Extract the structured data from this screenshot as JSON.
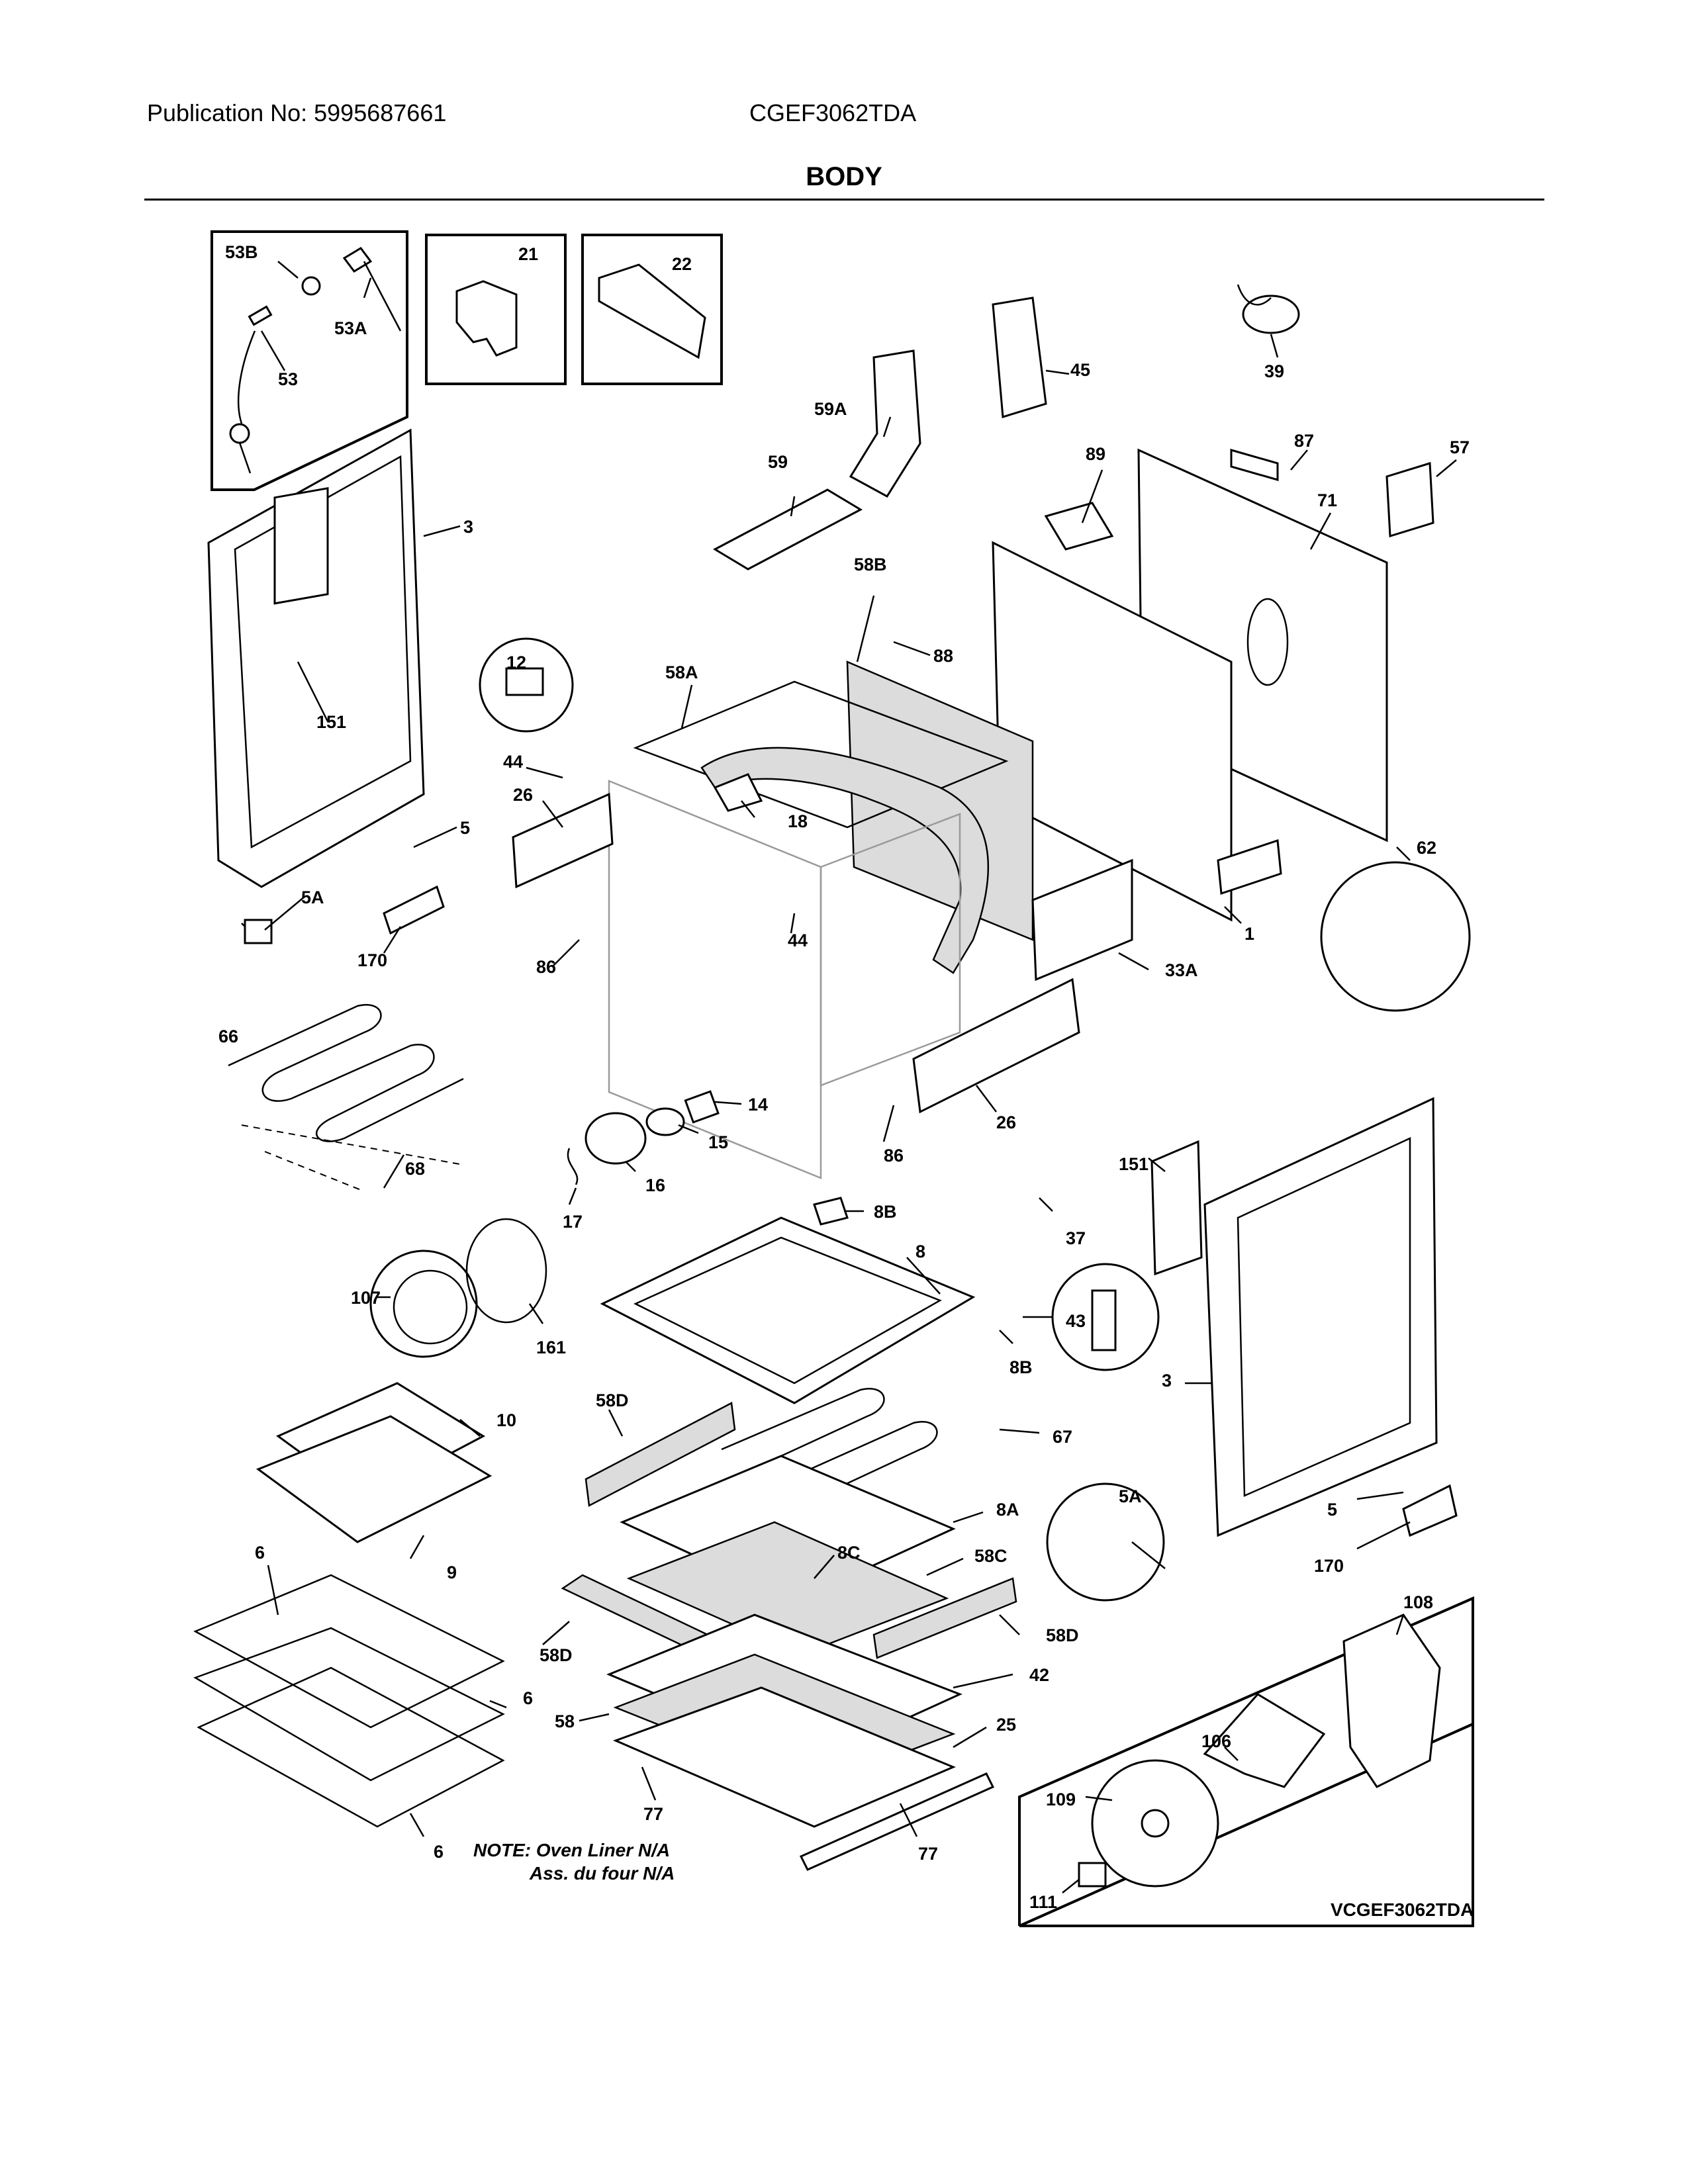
{
  "header": {
    "publication": "Publication No: 5995687661",
    "model": "CGEF3062TDA",
    "section_title": "BODY"
  },
  "labels": {
    "p53B": "53B",
    "p53A": "53A",
    "p53": "53",
    "p21": "21",
    "p22": "22",
    "p45": "45",
    "p39": "39",
    "p59A": "59A",
    "p59": "59",
    "p87": "87",
    "p57": "57",
    "p89": "89",
    "p71": "71",
    "p3a": "3",
    "p58B": "58B",
    "p88": "88",
    "p151a": "151",
    "p12": "12",
    "p58A": "58A",
    "p44a": "44",
    "p26a": "26",
    "p18": "18",
    "p5a": "5",
    "p5Aa": "5A",
    "p170a": "170",
    "p86a": "86",
    "p44b": "44",
    "p1": "1",
    "p62": "62",
    "p33A": "33A",
    "p66": "66",
    "p14": "14",
    "p15": "15",
    "p86b": "86",
    "p26b": "26",
    "p68": "68",
    "p16": "16",
    "p17": "17",
    "p8B1": "8B",
    "p151b": "151",
    "p37": "37",
    "p8": "8",
    "p107": "107",
    "p161": "161",
    "p43": "43",
    "p8B2": "8B",
    "p3b": "3",
    "p10": "10",
    "p58D1": "58D",
    "p67": "67",
    "p9": "9",
    "p5Ab": "5A",
    "p5b": "5",
    "p8A": "8A",
    "p6a": "6",
    "p8C": "8C",
    "p58C": "58C",
    "p170b": "170",
    "p108": "108",
    "p58D2": "58D",
    "p58D3": "58D",
    "p42": "42",
    "p6b": "6",
    "p58": "58",
    "p25": "25",
    "p106": "106",
    "p109": "109",
    "p77a": "77",
    "p6c": "6",
    "p77b": "77",
    "p111": "111"
  },
  "note": {
    "line1": "NOTE: Oven Liner N/A",
    "line2": "Ass. du four N/A"
  },
  "drawing_code": "VCGEF3062TDA"
}
